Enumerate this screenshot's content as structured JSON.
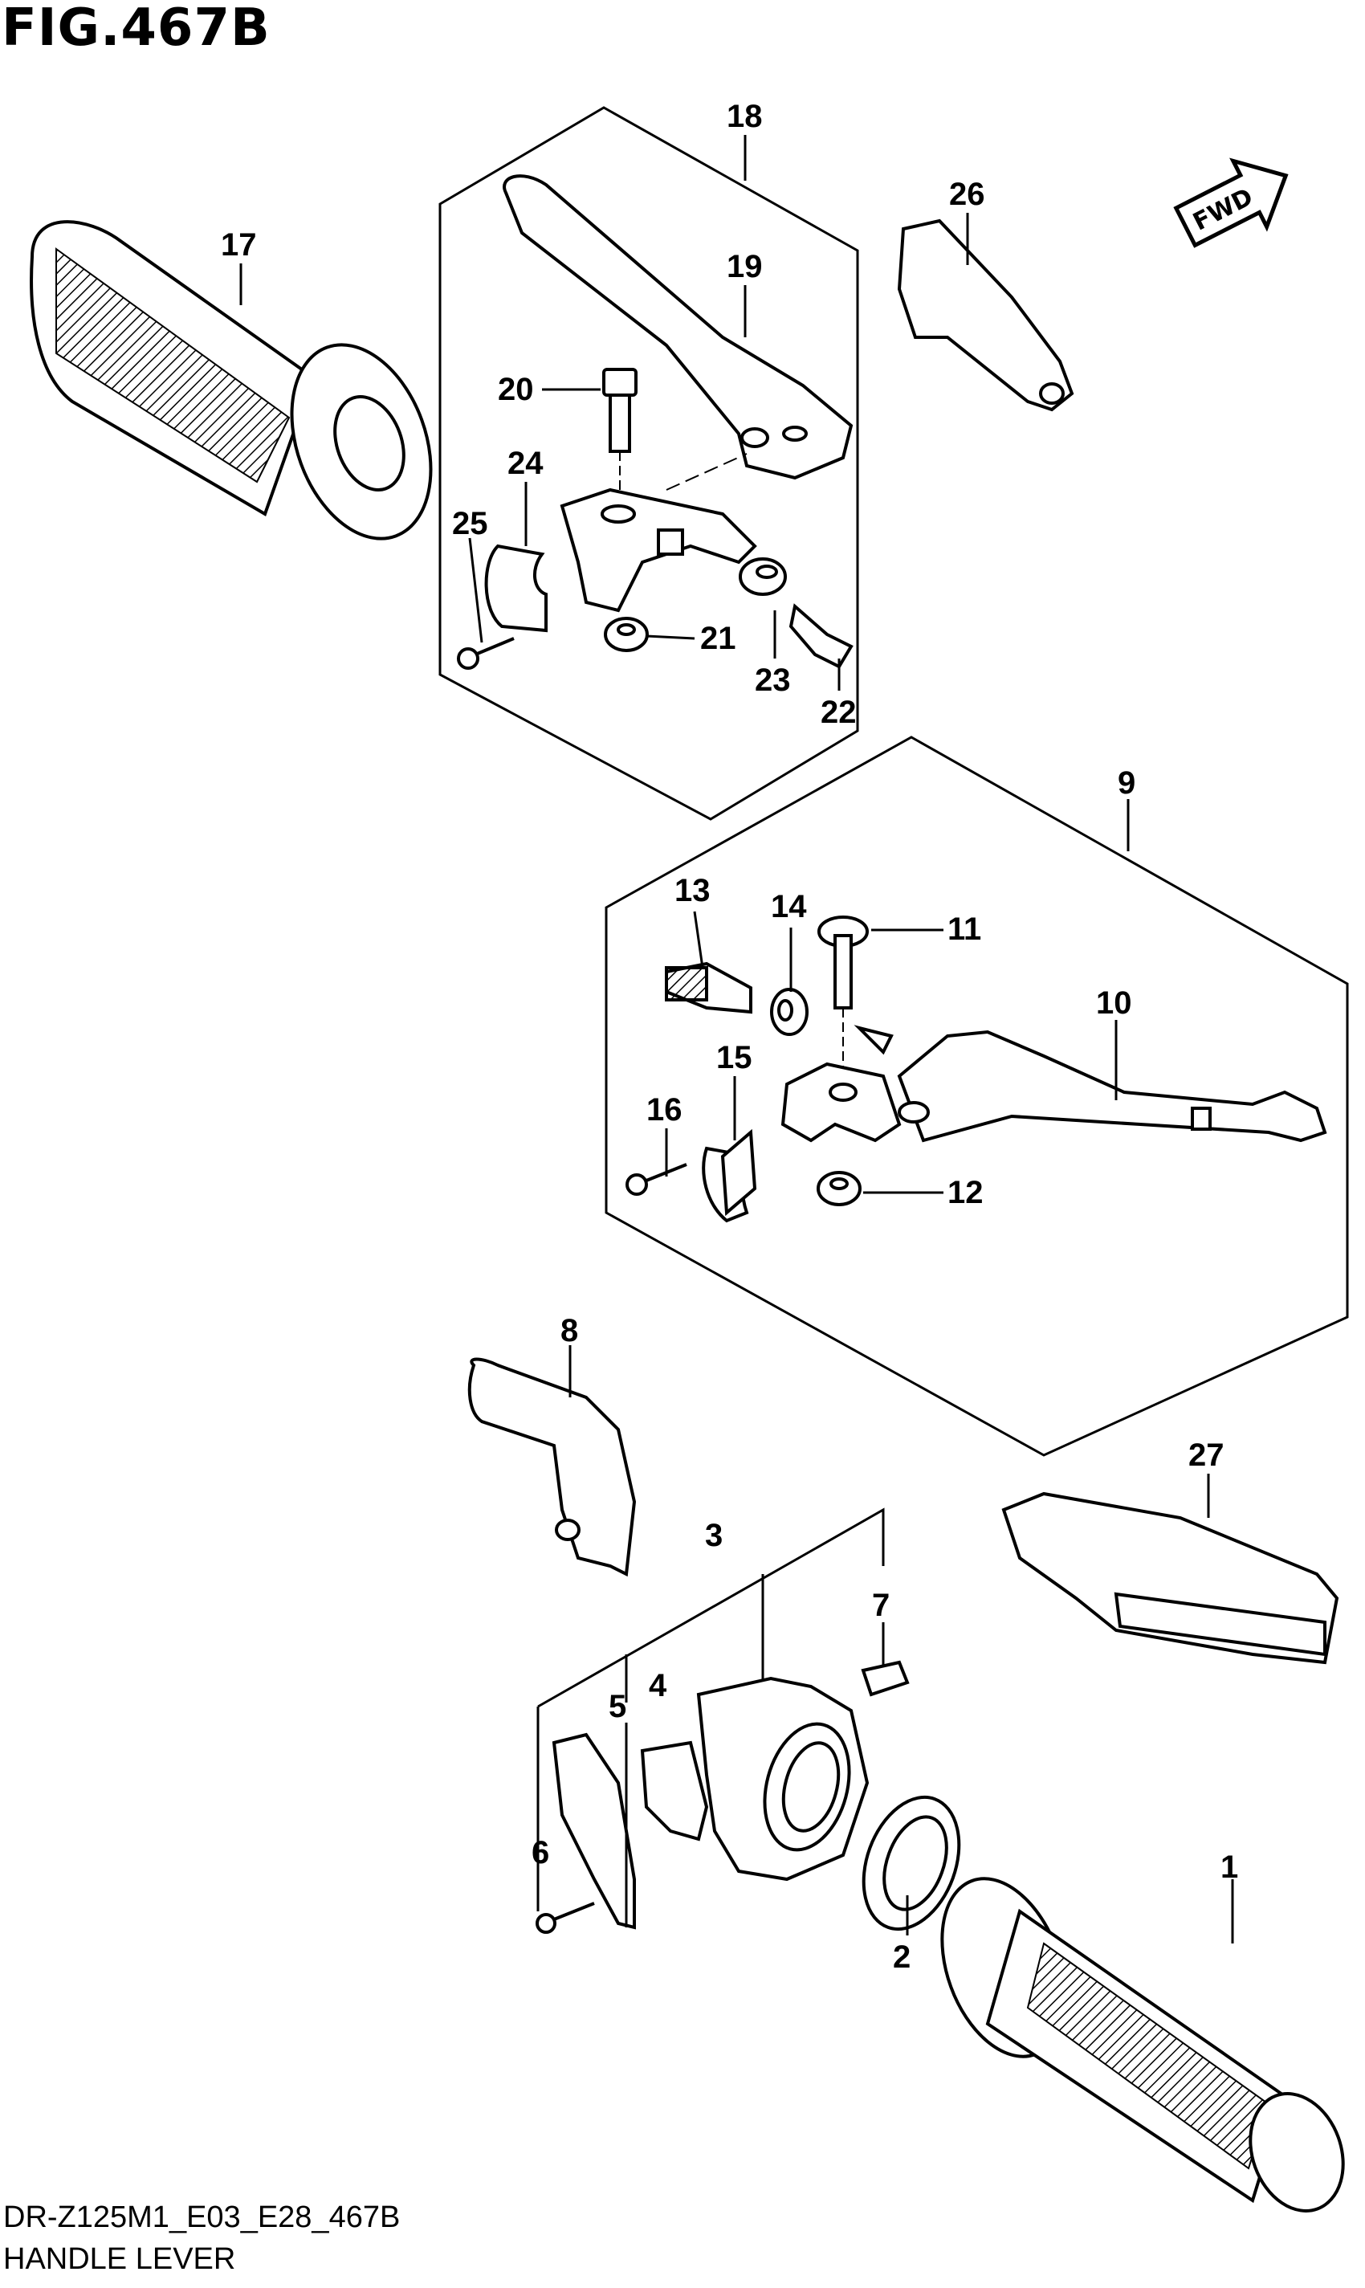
{
  "figure": {
    "title": "FIG.467B",
    "model_code": "DR-Z125M1_E03_E28_467B",
    "name": "HANDLE LEVER",
    "fwd_label": "FWD"
  },
  "callouts": [
    {
      "id": "c1",
      "text": "1"
    },
    {
      "id": "c2",
      "text": "2"
    },
    {
      "id": "c3",
      "text": "3"
    },
    {
      "id": "c4",
      "text": "4"
    },
    {
      "id": "c5",
      "text": "5"
    },
    {
      "id": "c6",
      "text": "6"
    },
    {
      "id": "c7",
      "text": "7"
    },
    {
      "id": "c8",
      "text": "8"
    },
    {
      "id": "c9",
      "text": "9"
    },
    {
      "id": "c10",
      "text": "10"
    },
    {
      "id": "c11",
      "text": "11"
    },
    {
      "id": "c12",
      "text": "12"
    },
    {
      "id": "c13",
      "text": "13"
    },
    {
      "id": "c14",
      "text": "14"
    },
    {
      "id": "c15",
      "text": "15"
    },
    {
      "id": "c16",
      "text": "16"
    },
    {
      "id": "c17",
      "text": "17"
    },
    {
      "id": "c18",
      "text": "18"
    },
    {
      "id": "c19",
      "text": "19"
    },
    {
      "id": "c20",
      "text": "20"
    },
    {
      "id": "c21",
      "text": "21"
    },
    {
      "id": "c22",
      "text": "22"
    },
    {
      "id": "c23",
      "text": "23"
    },
    {
      "id": "c24",
      "text": "24"
    },
    {
      "id": "c25",
      "text": "25"
    },
    {
      "id": "c26",
      "text": "26"
    },
    {
      "id": "c27",
      "text": "27"
    }
  ]
}
